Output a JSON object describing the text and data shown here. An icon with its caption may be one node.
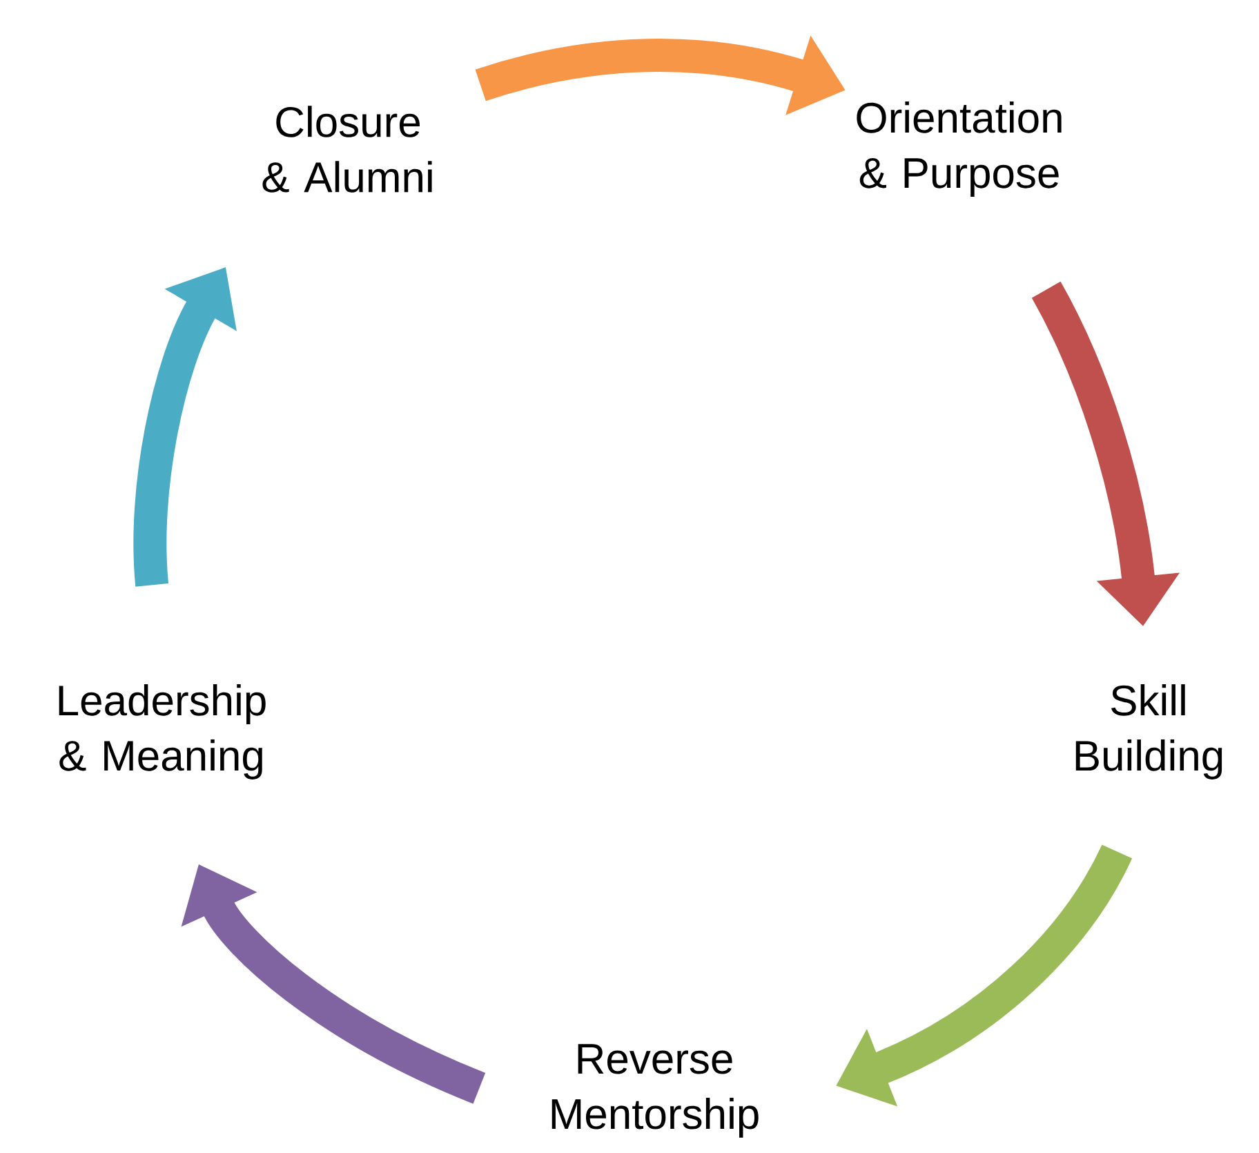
{
  "diagram": {
    "nodes": [
      {
        "text": [
          "Orientation & Purpose"
        ]
      },
      {
        "text": [
          "Skill Building"
        ]
      },
      {
        "text": [
          "Reverse Mentorship"
        ]
      },
      {
        "text": [
          "Leadership & Meaning"
        ]
      },
      {
        "text": [
          "Closure & Alumni"
        ]
      }
    ],
    "edges": [
      {
        "from": 4,
        "to": 0,
        "arrow": "to",
        "color": "#f79646"
      },
      {
        "from": 0,
        "to": 1,
        "arrow": "to",
        "color": "#c0504d"
      },
      {
        "from": 1,
        "to": 2,
        "arrow": "to",
        "color": "#9bbb59"
      },
      {
        "from": 2,
        "to": 3,
        "arrow": "to",
        "color": "#8064a2"
      },
      {
        "from": 3,
        "to": 4,
        "arrow": "to",
        "color": "#4bacc6"
      }
    ]
  }
}
